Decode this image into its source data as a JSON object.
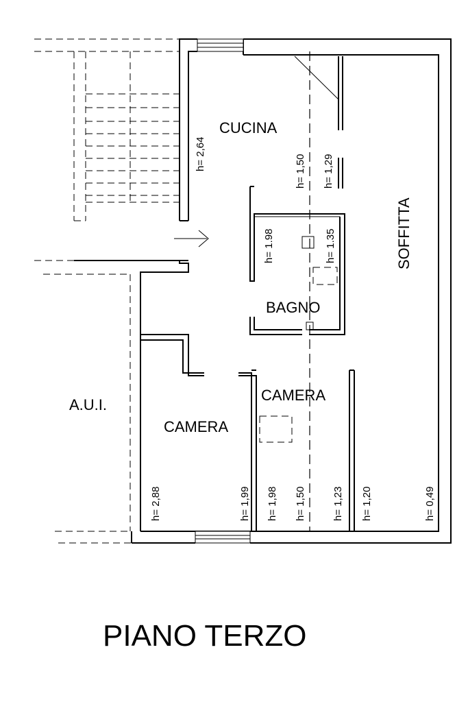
{
  "title": "PIANO TERZO",
  "rooms": {
    "cucina": "CUCINA",
    "bagno": "BAGNO",
    "camera_right": "CAMERA",
    "camera_left": "CAMERA",
    "soffitta": "SOFFITTA",
    "aui": "A.U.I."
  },
  "heights": {
    "cucina_wall": "h= 2,64",
    "cucina_150": "h= 1,50",
    "cucina_129": "h= 1,29",
    "bagno_198": "h= 1.98",
    "bagno_135": "h= 1.35",
    "bottom_288": "h= 2,88",
    "bottom_199": "h= 1,99",
    "bottom_198": "h= 1,98",
    "bottom_150": "h= 1,50",
    "bottom_123": "h= 1,23",
    "bottom_120": "h= 1,20",
    "bottom_049": "h= 0,49"
  }
}
